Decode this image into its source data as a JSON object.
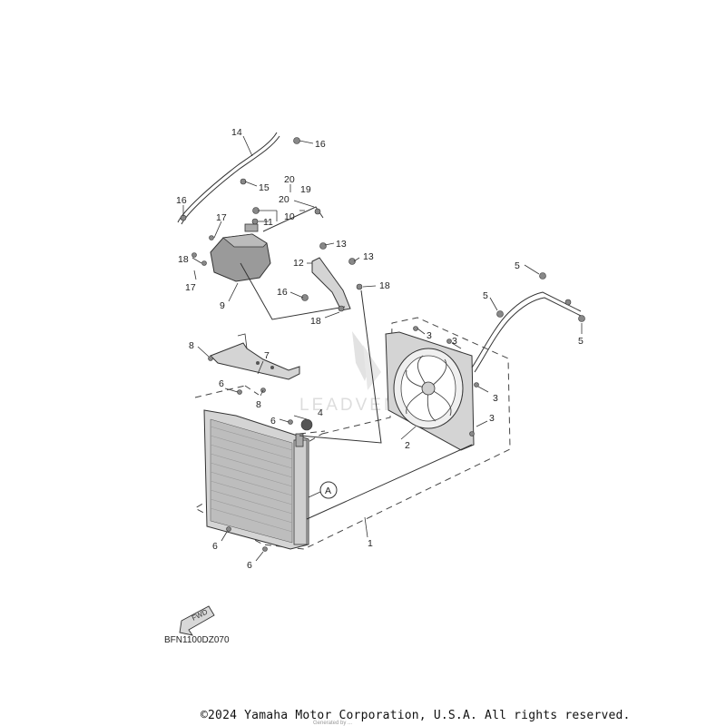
{
  "diagram": {
    "code": "BFN1100DZ070",
    "copyright": "©2024 Yamaha Motor Corporation, U.S.A. All rights reserved.",
    "fwd_label": "FWD",
    "ref_marker": "A",
    "watermark_text": "LEADVENT",
    "fine_print": "Generated by ...",
    "colors": {
      "line": "#333333",
      "part_fill": "#d4d4d4",
      "background": "#ffffff"
    },
    "callouts": {
      "c1": "1",
      "c2": "2",
      "c3a": "3",
      "c3b": "3",
      "c3c": "3",
      "c3d": "3",
      "c4": "4",
      "c5a": "5",
      "c5b": "5",
      "c5c": "5",
      "c6a": "6",
      "c6b": "6",
      "c6c": "6",
      "c6d": "6",
      "c7": "7",
      "c8a": "8",
      "c8b": "8",
      "c9": "9",
      "c10": "10",
      "c11": "11",
      "c12": "12",
      "c13a": "13",
      "c13b": "13",
      "c14": "14",
      "c15": "15",
      "c16a": "16",
      "c16b": "16",
      "c16c": "16",
      "c17a": "17",
      "c17b": "17",
      "c18a": "18",
      "c18b": "18",
      "c18c": "18",
      "c19": "19",
      "c20a": "20",
      "c20b": "20"
    }
  }
}
